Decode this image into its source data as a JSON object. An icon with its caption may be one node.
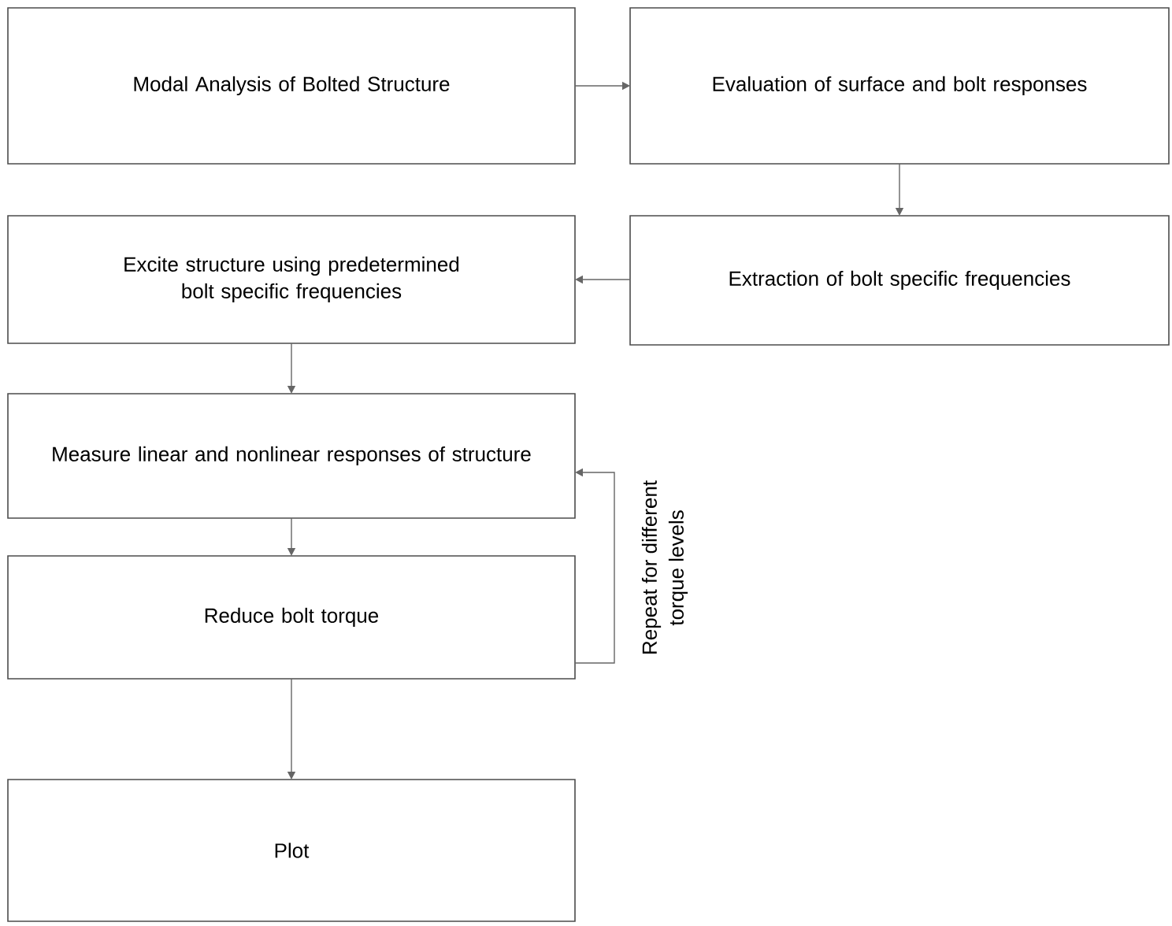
{
  "diagram": {
    "nodes": [
      {
        "text": [
          "Modal Analysis of Bolted Structure"
        ]
      },
      {
        "text": [
          "Evaluation of surface and bolt responses"
        ]
      },
      {
        "text": [
          "Excite structure using predetermined bolt specific frequencies"
        ]
      },
      {
        "text": [
          "Extraction of bolt specific frequencies"
        ]
      },
      {
        "text": [
          "Measure linear and nonlinear responses of structure"
        ]
      },
      {
        "text": [
          "Reduce bolt torque"
        ]
      },
      {
        "text": [
          "Plot"
        ]
      }
    ],
    "edges": [
      {
        "from": 0,
        "to": 1,
        "arrow": "to"
      },
      {
        "from": 1,
        "to": 3,
        "arrow": "to"
      },
      {
        "from": 3,
        "to": 2,
        "arrow": "to"
      },
      {
        "from": 2,
        "to": 4,
        "arrow": "to"
      },
      {
        "from": 4,
        "to": 5,
        "arrow": "to"
      },
      {
        "from": 5,
        "to": 4,
        "arrow": "to",
        "label": "Repeat for different torque levels"
      },
      {
        "from": 5,
        "to": 6,
        "arrow": "to"
      }
    ]
  }
}
